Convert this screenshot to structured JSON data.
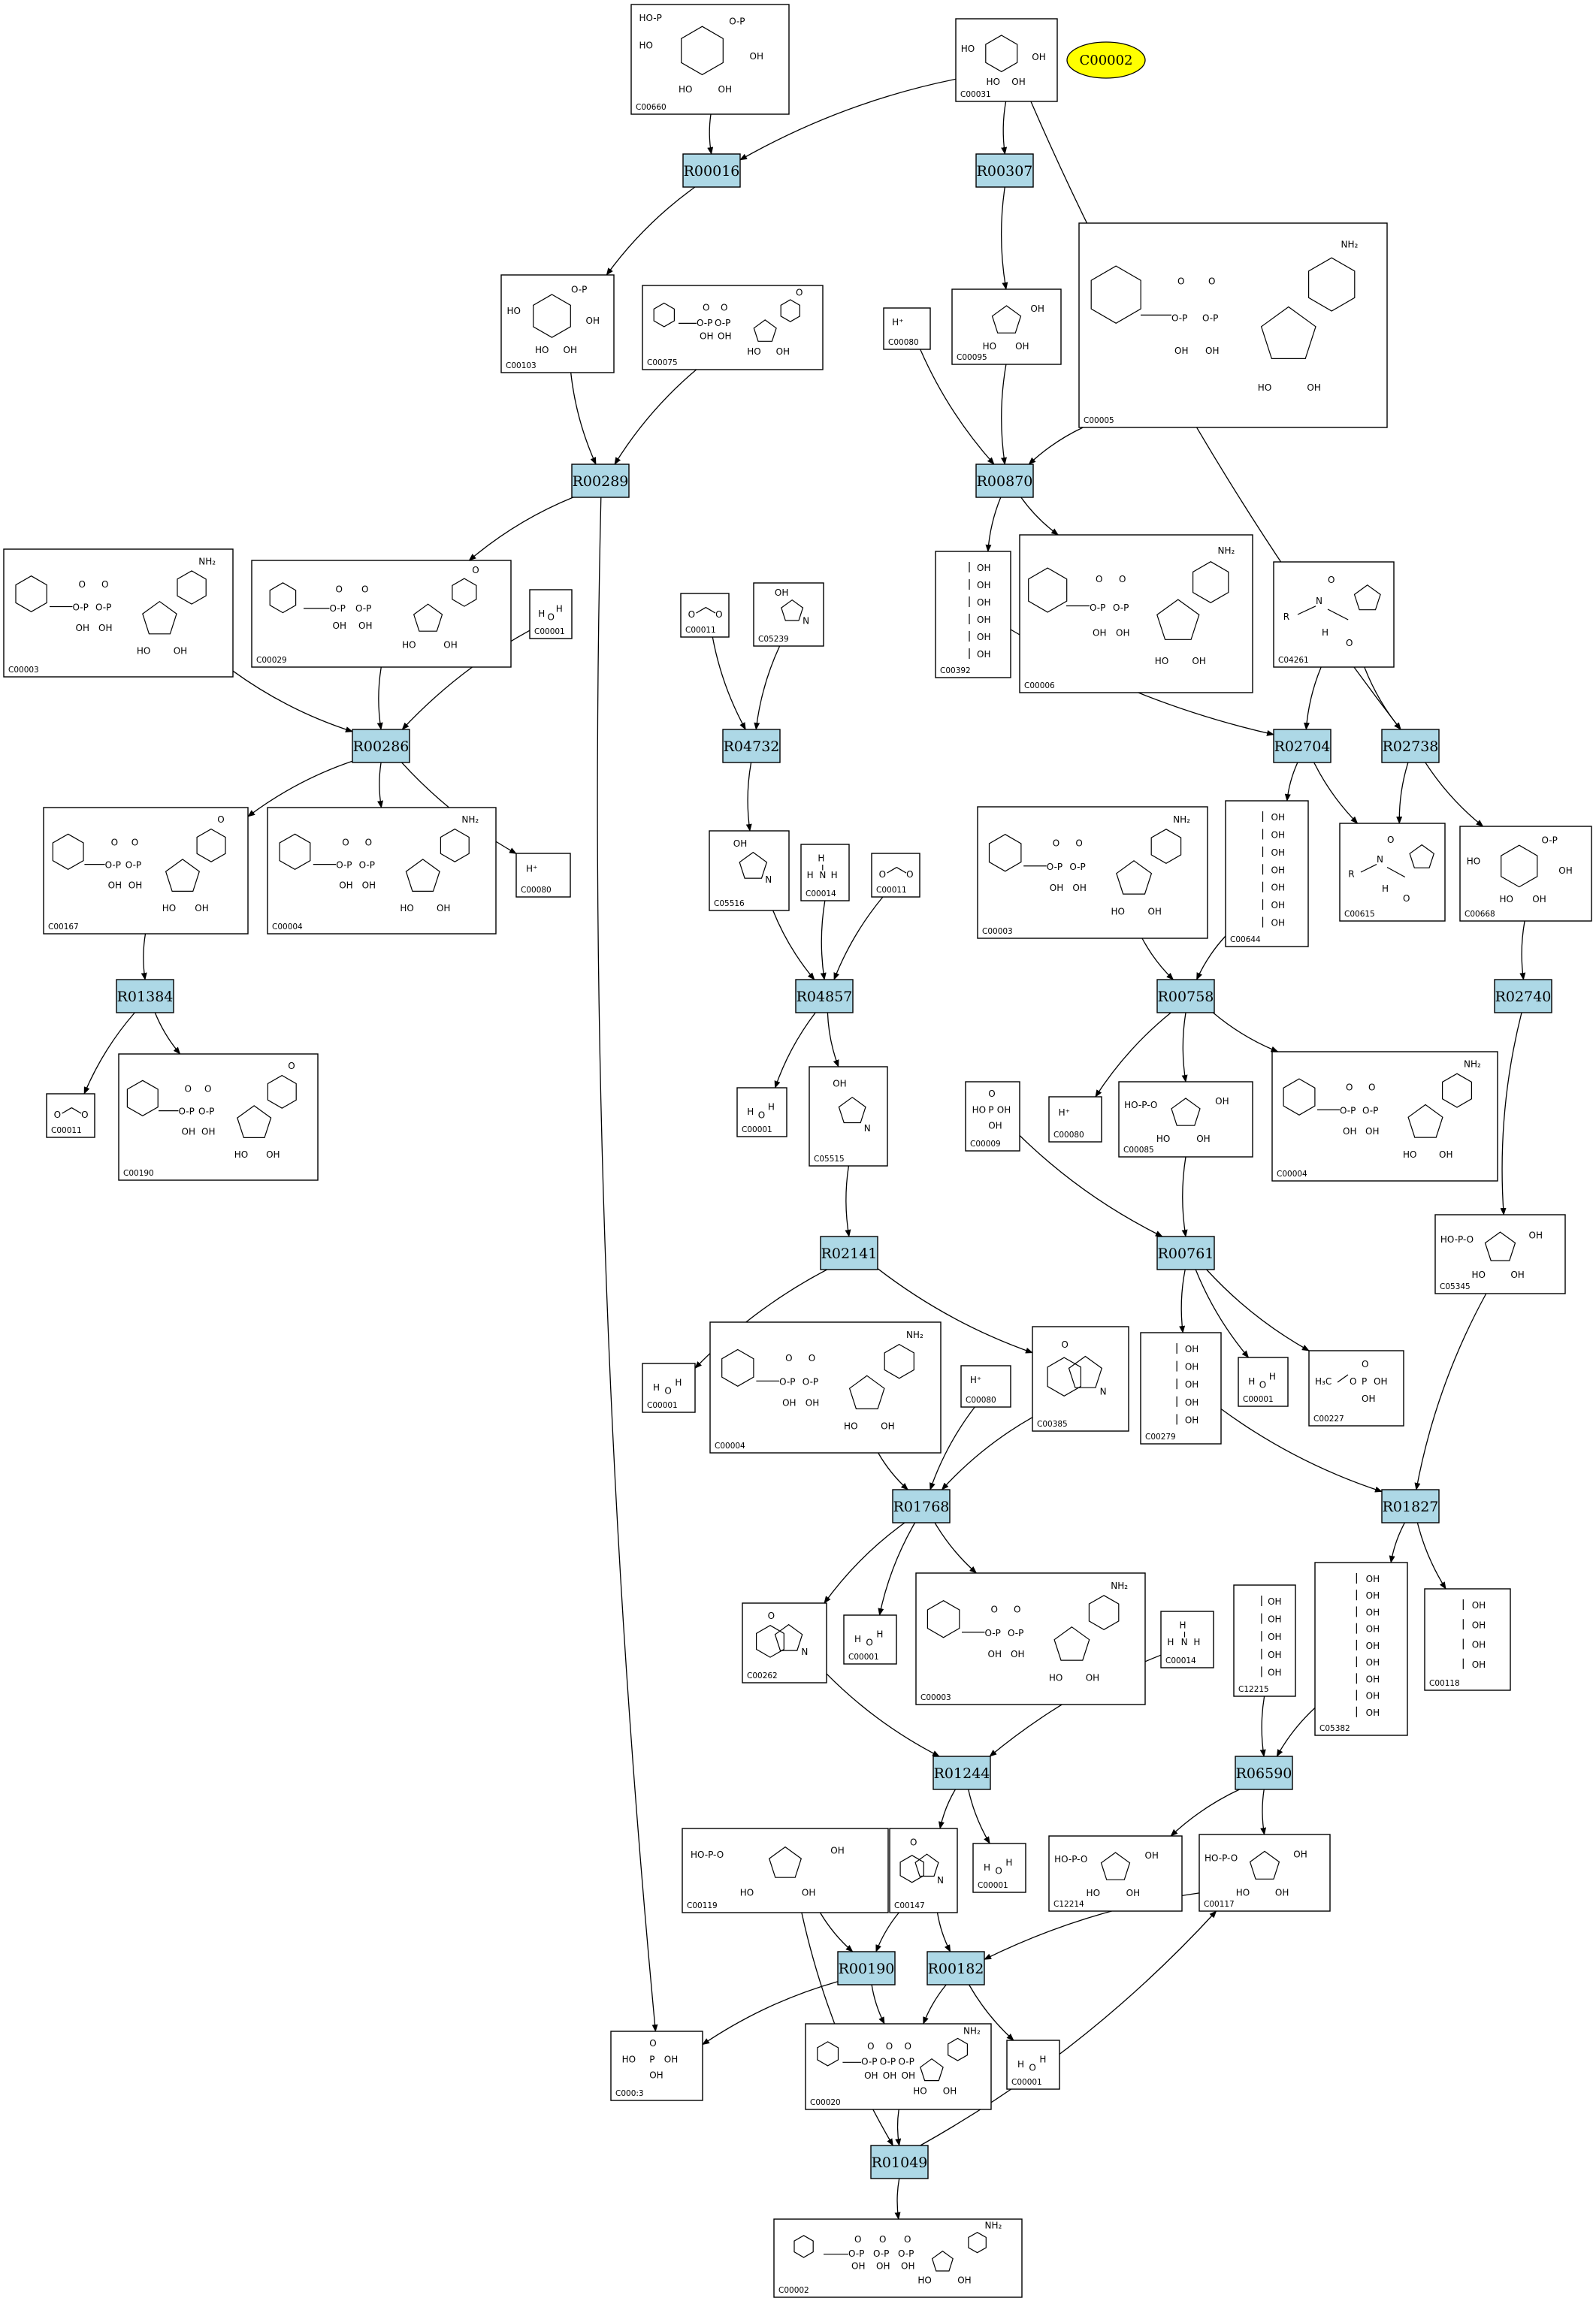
{
  "target": {
    "label": "C00002"
  },
  "reactions": [
    {
      "id": "R00016"
    },
    {
      "id": "R00307"
    },
    {
      "id": "R00289"
    },
    {
      "id": "R00870"
    },
    {
      "id": "R00286"
    },
    {
      "id": "R04732"
    },
    {
      "id": "R02704"
    },
    {
      "id": "R02738"
    },
    {
      "id": "R01384"
    },
    {
      "id": "R04857"
    },
    {
      "id": "R00758"
    },
    {
      "id": "R02740"
    },
    {
      "id": "R02141"
    },
    {
      "id": "R00761"
    },
    {
      "id": "R01768"
    },
    {
      "id": "R01827"
    },
    {
      "id": "R01244"
    },
    {
      "id": "R06590"
    },
    {
      "id": "R00190"
    },
    {
      "id": "R00182"
    },
    {
      "id": "R01049"
    }
  ],
  "compounds": [
    {
      "id": "C00660",
      "name": "C00660"
    },
    {
      "id": "C00031",
      "name": "C00031"
    },
    {
      "id": "C00103",
      "name": "C00103"
    },
    {
      "id": "C00075",
      "name": "C00075"
    },
    {
      "id": "C00080a",
      "name": "C00080",
      "formula": "H⁺"
    },
    {
      "id": "C00095",
      "name": "C00095"
    },
    {
      "id": "C00005",
      "name": "C00005"
    },
    {
      "id": "C00003a",
      "name": "C00003"
    },
    {
      "id": "C00029",
      "name": "C00029"
    },
    {
      "id": "C00001a",
      "name": "C00001"
    },
    {
      "id": "C00011a",
      "name": "C00011"
    },
    {
      "id": "C05239",
      "name": "C05239"
    },
    {
      "id": "C00392",
      "name": "C00392"
    },
    {
      "id": "C00006",
      "name": "C00006"
    },
    {
      "id": "C04261",
      "name": "C04261"
    },
    {
      "id": "C00167",
      "name": "C00167"
    },
    {
      "id": "C00004a",
      "name": "C00004"
    },
    {
      "id": "C00080b",
      "name": "C00080",
      "formula": "H⁺"
    },
    {
      "id": "C05516",
      "name": "C05516"
    },
    {
      "id": "C00014a",
      "name": "C00014"
    },
    {
      "id": "C00011b",
      "name": "C00011"
    },
    {
      "id": "C00003b",
      "name": "C00003"
    },
    {
      "id": "C00644",
      "name": "C00644"
    },
    {
      "id": "C00615",
      "name": "C00615"
    },
    {
      "id": "C00668",
      "name": "C00668"
    },
    {
      "id": "C00011c",
      "name": "C00011"
    },
    {
      "id": "C00190",
      "name": "C00190"
    },
    {
      "id": "C00001b",
      "name": "C00001"
    },
    {
      "id": "C05515",
      "name": "C05515"
    },
    {
      "id": "C00009",
      "name": "C00009"
    },
    {
      "id": "C00080c",
      "name": "C00080",
      "formula": "H⁺"
    },
    {
      "id": "C00085",
      "name": "C00085"
    },
    {
      "id": "C00004b",
      "name": "C00004"
    },
    {
      "id": "C05345",
      "name": "C05345"
    },
    {
      "id": "C00001c",
      "name": "C00001"
    },
    {
      "id": "C00004c",
      "name": "C00004"
    },
    {
      "id": "C00080d",
      "name": "C00080",
      "formula": "H⁺"
    },
    {
      "id": "C00385",
      "name": "C00385"
    },
    {
      "id": "C00279",
      "name": "C00279"
    },
    {
      "id": "C00001d",
      "name": "C00001"
    },
    {
      "id": "C00227",
      "name": "C00227"
    },
    {
      "id": "C00262",
      "name": "C00262"
    },
    {
      "id": "C00001e",
      "name": "C00001"
    },
    {
      "id": "C00003c",
      "name": "C00003"
    },
    {
      "id": "C00014b",
      "name": "C00014"
    },
    {
      "id": "C12215",
      "name": "C12215"
    },
    {
      "id": "C05382",
      "name": "C05382"
    },
    {
      "id": "C00118",
      "name": "C00118"
    },
    {
      "id": "C00119",
      "name": "C00119"
    },
    {
      "id": "C00147",
      "name": "C00147"
    },
    {
      "id": "C00001f",
      "name": "C00001"
    },
    {
      "id": "C12214",
      "name": "C12214"
    },
    {
      "id": "C00117",
      "name": "C00117"
    },
    {
      "id": "C00013",
      "name": "C000:3"
    },
    {
      "id": "C00020",
      "name": "C00020"
    },
    {
      "id": "C00001g",
      "name": "C00001"
    },
    {
      "id": "C00002",
      "name": "C00002"
    }
  ],
  "edges": [
    [
      "C00660",
      "R00016"
    ],
    [
      "C00031",
      "R00016"
    ],
    [
      "C00031",
      "R00307"
    ],
    [
      "C00031",
      "R02738"
    ],
    [
      "R00016",
      "C00103"
    ],
    [
      "R00307",
      "C00095"
    ],
    [
      "C00103",
      "R00289"
    ],
    [
      "C00075",
      "R00289"
    ],
    [
      "C00080a",
      "R00870"
    ],
    [
      "C00095",
      "R00870"
    ],
    [
      "C00005",
      "R00870"
    ],
    [
      "R00289",
      "C00029"
    ],
    [
      "R00289",
      "C00013"
    ],
    [
      "R00870",
      "C00392"
    ],
    [
      "R00870",
      "C00006"
    ],
    [
      "C00003a",
      "R00286"
    ],
    [
      "C00029",
      "R00286"
    ],
    [
      "C00001a",
      "R00286"
    ],
    [
      "C00011a",
      "R04732"
    ],
    [
      "C05239",
      "R04732"
    ],
    [
      "C00392",
      "R02704"
    ],
    [
      "C04261",
      "R02704"
    ],
    [
      "C04261",
      "R02738"
    ],
    [
      "R00286",
      "C00167"
    ],
    [
      "R00286",
      "C00004a"
    ],
    [
      "R00286",
      "C00080b"
    ],
    [
      "R04732",
      "C05516"
    ],
    [
      "R02704",
      "C00644"
    ],
    [
      "R02704",
      "C00615"
    ],
    [
      "R02738",
      "C00615"
    ],
    [
      "R02738",
      "C00668"
    ],
    [
      "C00167",
      "R01384"
    ],
    [
      "C05516",
      "R04857"
    ],
    [
      "C00014a",
      "R04857"
    ],
    [
      "C00011b",
      "R04857"
    ],
    [
      "C00003b",
      "R00758"
    ],
    [
      "C00644",
      "R00758"
    ],
    [
      "C00668",
      "R02740"
    ],
    [
      "R01384",
      "C00011c"
    ],
    [
      "R01384",
      "C00190"
    ],
    [
      "R04857",
      "C00001b"
    ],
    [
      "R04857",
      "C05515"
    ],
    [
      "R00758",
      "C00080c"
    ],
    [
      "R00758",
      "C00085"
    ],
    [
      "R00758",
      "C00004b"
    ],
    [
      "R02740",
      "C05345"
    ],
    [
      "C05515",
      "R02141"
    ],
    [
      "C00009",
      "R00761"
    ],
    [
      "C00085",
      "R00761"
    ],
    [
      "R02141",
      "C00001c"
    ],
    [
      "R02141",
      "C00385"
    ],
    [
      "R00761",
      "C00279"
    ],
    [
      "R00761",
      "C00001d"
    ],
    [
      "R00761",
      "C00227"
    ],
    [
      "C00004c",
      "R01768"
    ],
    [
      "C00080d",
      "R01768"
    ],
    [
      "C00385",
      "R01768"
    ],
    [
      "C00279",
      "R01827"
    ],
    [
      "C05345",
      "R01827"
    ],
    [
      "R01768",
      "C00262"
    ],
    [
      "R01768",
      "C00001e"
    ],
    [
      "R01768",
      "C00003c"
    ],
    [
      "R01827",
      "C05382"
    ],
    [
      "R01827",
      "C00118"
    ],
    [
      "C00262",
      "R01244"
    ],
    [
      "C00014b",
      "R01244"
    ],
    [
      "C12215",
      "R06590"
    ],
    [
      "C05382",
      "R06590"
    ],
    [
      "R01244",
      "C00147"
    ],
    [
      "R01244",
      "C00001f"
    ],
    [
      "R06590",
      "C12214"
    ],
    [
      "R06590",
      "C00117"
    ],
    [
      "C00119",
      "R00190"
    ],
    [
      "C00147",
      "R00190"
    ],
    [
      "C00147",
      "R00182"
    ],
    [
      "C00117",
      "R00182"
    ],
    [
      "R00190",
      "C00013"
    ],
    [
      "R00190",
      "C00020"
    ],
    [
      "R00182",
      "C00020"
    ],
    [
      "R00182",
      "C00001g"
    ],
    [
      "C00020",
      "R01049"
    ],
    [
      "C00119",
      "R01049"
    ],
    [
      "R01049",
      "C00002"
    ],
    [
      "R01049",
      "C00117"
    ]
  ]
}
